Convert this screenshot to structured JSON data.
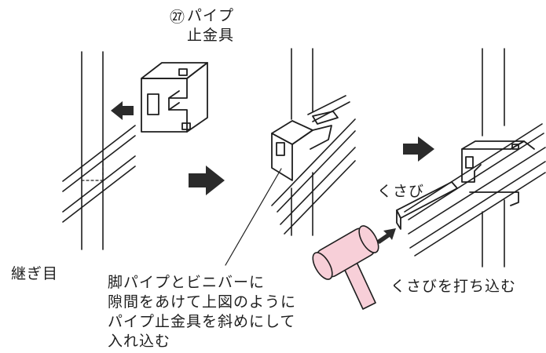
{
  "labels": {
    "part_number": "㉗",
    "part_name": "パイプ\n止金具",
    "joint": "継ぎ目",
    "wedge": "くさび",
    "drive_wedge": "くさびを打ち込む",
    "instruction": "脚パイプとビニバーに\n隙間をあけて上図のように\nパイプ止金具を斜めにして\n入れ込む"
  },
  "colors": {
    "line": "#1e1e1e",
    "arrow": "#2b2b2b",
    "hammer_fill": "#f7cfd8",
    "hammer_stroke": "#1e1e1e"
  },
  "icons": [
    "left-arrow-icon",
    "right-arrow-icon",
    "hammer-icon"
  ]
}
